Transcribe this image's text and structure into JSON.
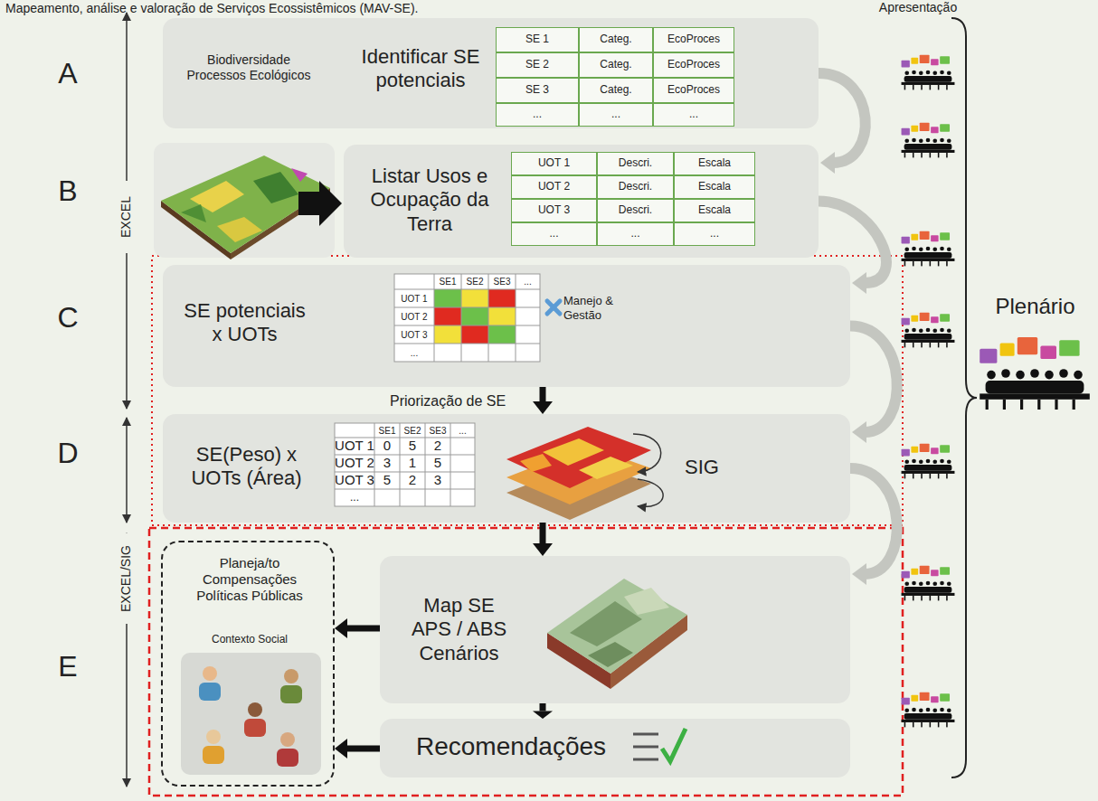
{
  "diagram": {
    "caption": "Mapeamento, análise e valoração de Serviços Ecossistêmicos (MAV-SE).",
    "nodes": [
      {
        "text": [
          "Biodiversidade Processos Ecológicos",
          "Identificar SE potenciais"
        ]
      },
      {
        "text": [
          "Listar Usos e Ocupação da Terra"
        ]
      },
      {
        "text": [
          "SE potenciais x UOTs",
          "Manejo & Gestão"
        ]
      },
      {
        "text": [
          "SE(Peso) x UOTs (Área)",
          "SIG"
        ]
      },
      {
        "text": [
          "Planeja/to Compensações Políticas Públicas",
          "Contexto Social"
        ]
      },
      {
        "text": [
          "Map SE APS / ABS Cenários"
        ]
      },
      {
        "text": [
          "Recomendações"
        ]
      },
      {
        "text": [
          "Plenário"
        ]
      }
    ],
    "edges": [
      {
        "from": 0,
        "to": 1,
        "arrow": "to"
      },
      {
        "from": 1,
        "to": 2,
        "arrow": "to"
      },
      {
        "from": 2,
        "to": 3,
        "label": "Priorização de SE",
        "arrow": "to"
      },
      {
        "from": 2,
        "to": 3,
        "arrow": "to"
      },
      {
        "from": 3,
        "to": 5,
        "arrow": "to"
      },
      {
        "from": 3,
        "to": 5,
        "arrow": "to"
      },
      {
        "from": 5,
        "to": 6,
        "arrow": "to"
      },
      {
        "from": 5,
        "to": 4,
        "arrow": "to"
      },
      {
        "from": 6,
        "to": 4,
        "arrow": "to"
      }
    ],
    "labels": [
      "A",
      "B",
      "C",
      "D",
      "E",
      "EXCEL",
      "EXCEL/SIG",
      "Apresentação",
      "SE 1",
      "Categ.",
      "EcoProces",
      "SE 2",
      "Categ.",
      "EcoProces",
      "SE 3",
      "Categ.",
      "EcoProces",
      "...",
      "...",
      "...",
      "UOT 1",
      "Descri.",
      "Escala",
      "UOT 2",
      "Descri.",
      "Escala",
      "UOT 3",
      "Descri.",
      "Escala",
      "...",
      "...",
      "...",
      "SE1",
      "SE2",
      "SE3",
      "...",
      "UOT 1",
      "UOT 2",
      "UOT 3",
      "...",
      "SE1",
      "SE2",
      "SE3",
      "...",
      "UOT 1",
      "0",
      "5",
      "2",
      "UOT 2",
      "3",
      "1",
      "5",
      "UOT 3",
      "5",
      "2",
      "3",
      "..."
    ]
  }
}
